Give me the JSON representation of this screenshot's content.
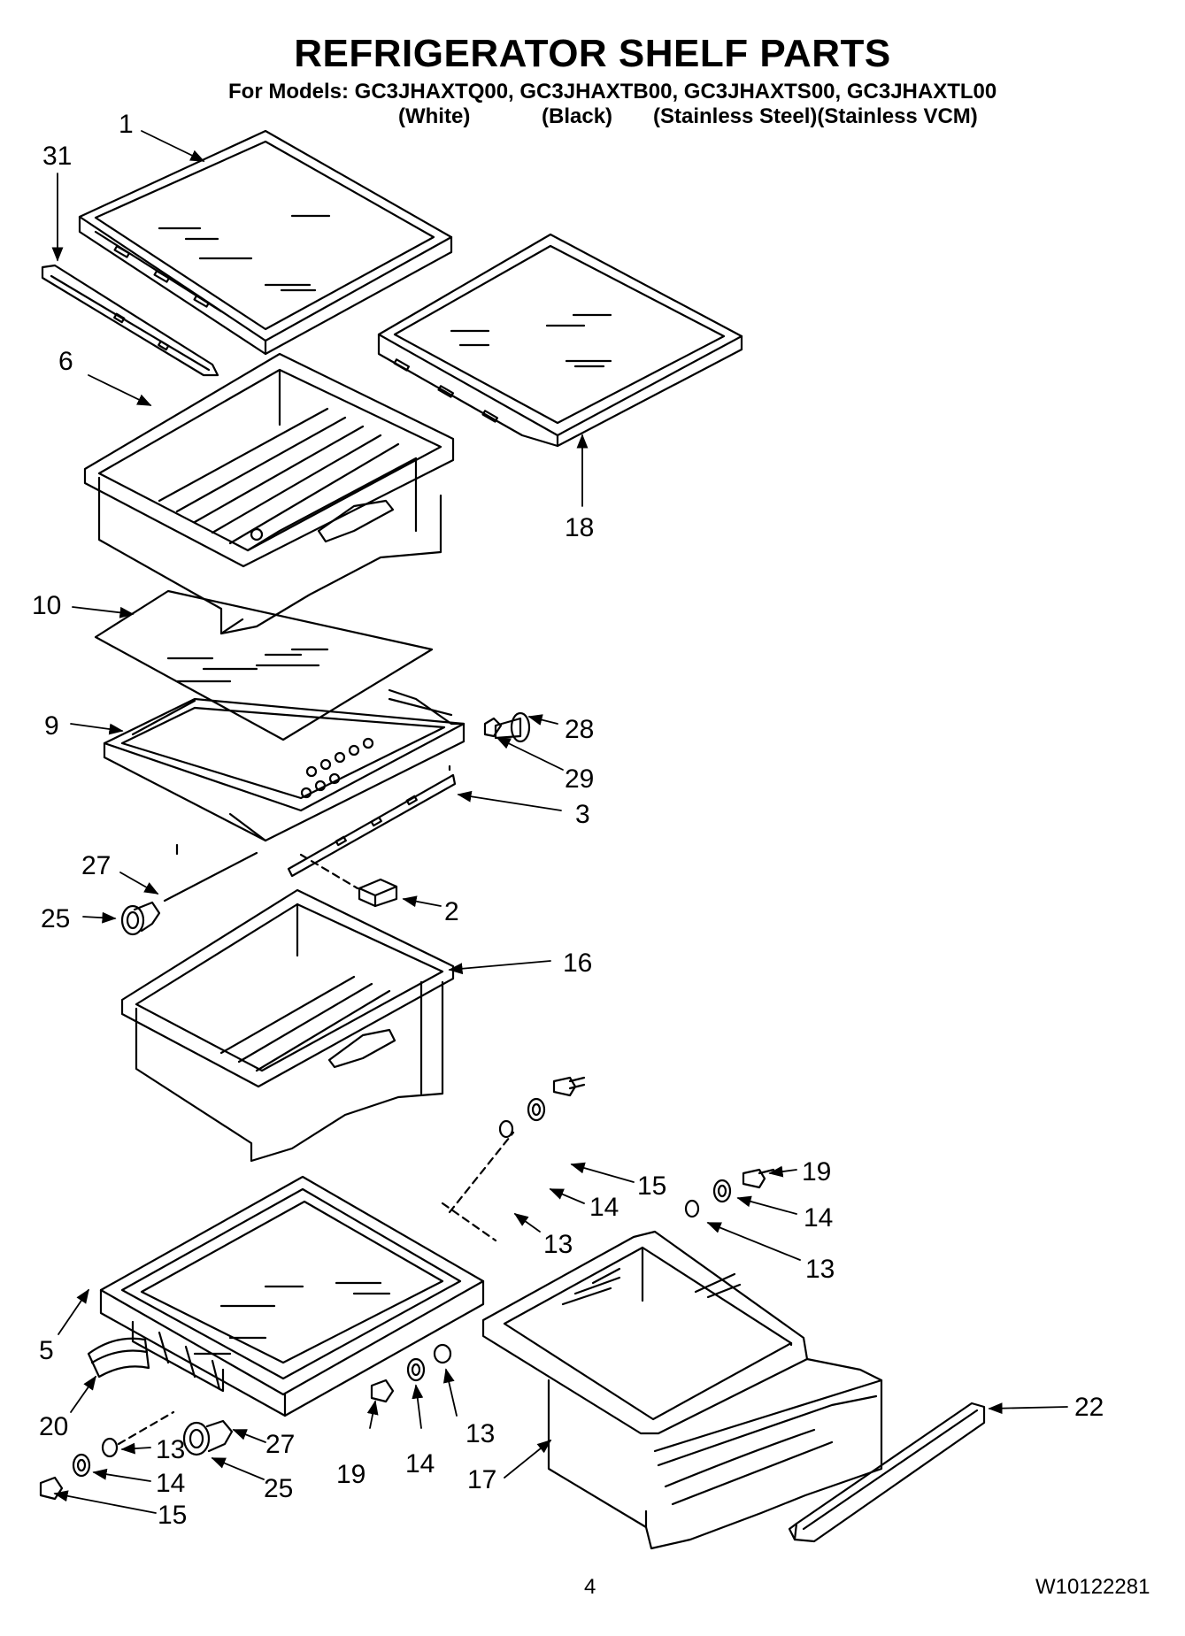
{
  "header": {
    "title": "REFRIGERATOR SHELF PARTS",
    "models": "For Models: GC3JHAXTQ00, GC3JHAXTB00, GC3JHAXTS00, GC3JHAXTL00",
    "variants": [
      "(White)",
      "(Black)",
      "(Stainless Steel)(Stainless VCM)"
    ]
  },
  "callouts": [
    "1",
    "31",
    "6",
    "18",
    "10",
    "9",
    "28",
    "29",
    "3",
    "27",
    "25",
    "2",
    "16",
    "15",
    "19",
    "14",
    "13",
    "14",
    "13",
    "5",
    "20",
    "13",
    "27",
    "14",
    "25",
    "15",
    "19",
    "14",
    "13",
    "17",
    "22"
  ],
  "footer": {
    "page_number": "4",
    "document_number": "W10122281"
  }
}
